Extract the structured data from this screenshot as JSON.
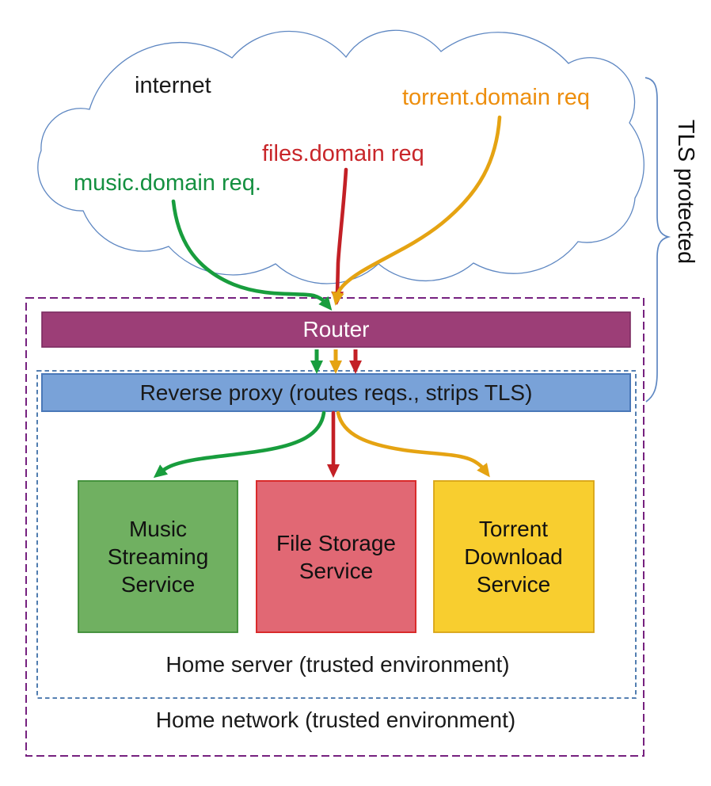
{
  "cloud": {
    "label": "internet",
    "outline_color": "#5E87C2"
  },
  "requests": [
    {
      "label": "music.domain req.",
      "color": "#149040"
    },
    {
      "label": "files.domain req",
      "color": "#C8262A"
    },
    {
      "label": "torrent.domain req",
      "color": "#ED8E0D"
    }
  ],
  "arrow_colors": {
    "music": "#189D3D",
    "files": "#C32026",
    "torrent": "#E5A312"
  },
  "nodes": {
    "router": {
      "label": "Router",
      "fill": "#9C3E77",
      "border": "#7C2B61",
      "text_color": "#FFFFFF"
    },
    "reverse_proxy": {
      "label": "Reverse proxy (routes reqs., strips TLS)",
      "fill": "#79A2D8",
      "border": "#4A78B8",
      "text_color": "#1A1A1A"
    },
    "services": [
      {
        "label": "Music\nStreaming\nService",
        "fill": "#70B061",
        "border": "#3C8C35"
      },
      {
        "label": "File Storage\nService",
        "fill": "#E16874",
        "border": "#D92B2B"
      },
      {
        "label": "Torrent\nDownload\nService",
        "fill": "#F8CE2F",
        "border": "#D8A415"
      }
    ]
  },
  "zones": {
    "home_server": {
      "label": "Home server (trusted environment)",
      "border_color": "#3E6FA8"
    },
    "home_network": {
      "label": "Home network (trusted environment)",
      "border_color": "#76217F"
    }
  },
  "annotation": {
    "label": "TLS protected",
    "brace_color": "#5E87C2"
  }
}
